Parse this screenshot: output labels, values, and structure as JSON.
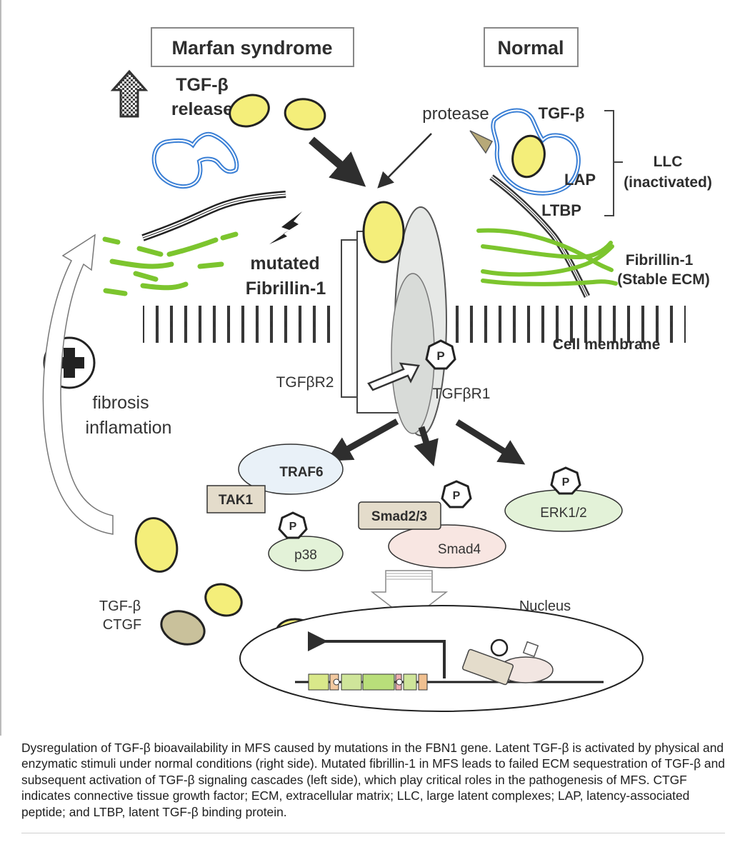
{
  "figure": {
    "header_left": "Marfan syndrome",
    "header_right": "Normal",
    "tgfb_release": [
      "TGF-β",
      "release"
    ],
    "protease": "protease",
    "tgfb_right": "TGF-β",
    "lap": "LAP",
    "llc": [
      "LLC",
      "(inactivated)"
    ],
    "ltbp": "LTBP",
    "mutated_fibrillin": [
      "mutated",
      "Fibrillin-1"
    ],
    "fibrillin_stable": [
      "Fibrillin-1",
      "(Stable ECM)"
    ],
    "cell_membrane": "Cell membrane",
    "tgfbr2": "TGFβR2",
    "tgfbr1": "TGFβR1",
    "fibrosis": [
      "fibrosis",
      "inflamation"
    ],
    "traf6": "TRAF6",
    "tak1": "TAK1",
    "p38": "p38",
    "smad23": "Smad2/3",
    "smad4": "Smad4",
    "erk12": "ERK1/2",
    "phospho": "P",
    "tgfb_ctgf": [
      "TGF-β",
      "CTGF"
    ],
    "nucleus": "Nucleus"
  },
  "colors": {
    "yellow": "#f4ee7a",
    "blue": "#3a7fd5",
    "green": "#7cc52e",
    "traf6_fill": "#e9f1f8",
    "erk_fill": "#e3f2d8",
    "smad4_fill": "#f8e6e2",
    "box_fill": "#e4dccb"
  },
  "caption": "Dysregulation of TGF-β bioavailability in MFS caused by mutations in the FBN1 gene. Latent TGF-β is activated by physical and enzymatic stimuli under normal conditions (right side). Mutated fibrillin-1 in MFS leads to failed ECM sequestration of TGF-β and subsequent activation of TGF-β signaling cascades (left side), which play critical roles in the pathogenesis of MFS. CTGF indicates connective tissue growth factor; ECM, extracellular matrix; LLC, large latent complexes; LAP, latency-associated peptide; and LTBP, latent TGF-β binding protein."
}
